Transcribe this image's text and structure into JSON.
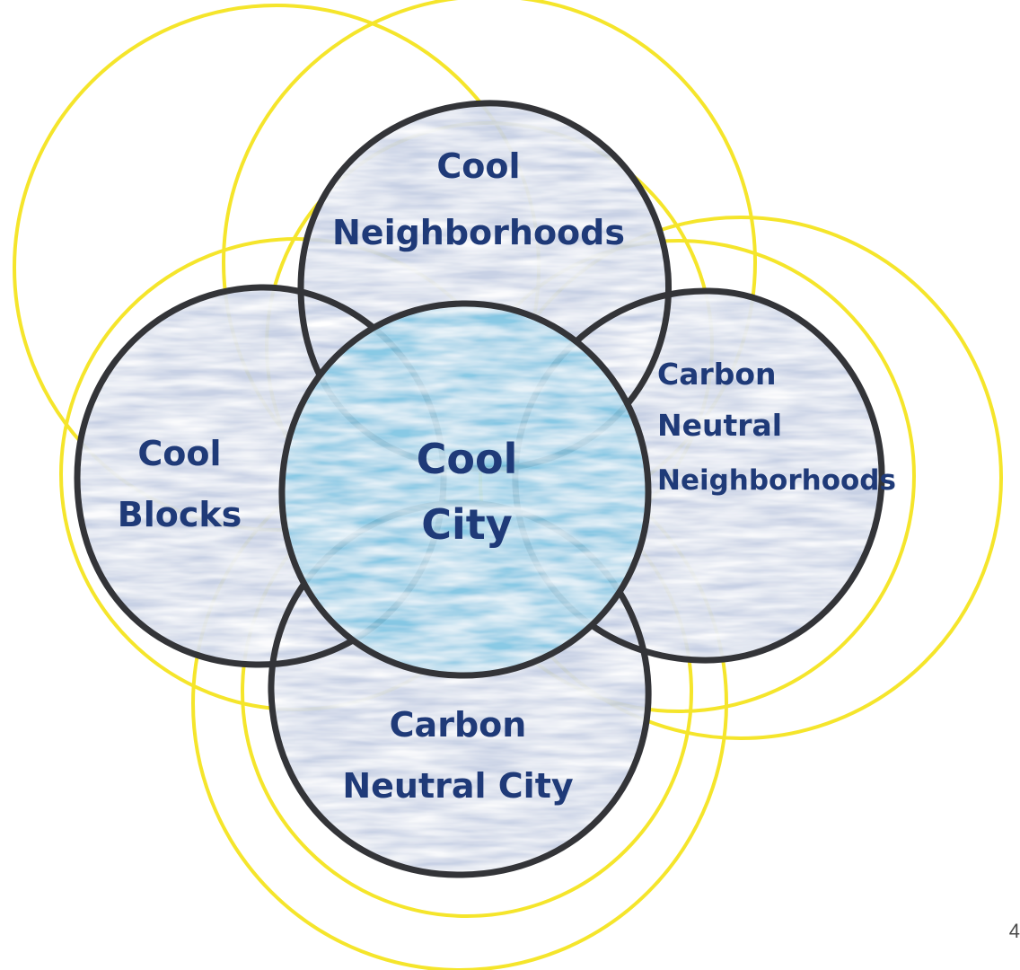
{
  "diagram": {
    "center": {
      "line1": "Cool",
      "line2": "City"
    },
    "top": {
      "line1": "Cool",
      "line2": "Neighborhoods"
    },
    "left": {
      "line1": "Cool",
      "line2": "Blocks"
    },
    "right": {
      "line1": "Carbon",
      "line2": "Neutral",
      "line3": "Neighborhoods"
    },
    "bottom": {
      "line1": "Carbon",
      "line2": "Neutral City"
    }
  },
  "page": {
    "number": "4"
  },
  "colors": {
    "ring": "#f5e52b",
    "outline": "#333438",
    "outer_fill": "#c3cde3",
    "center_fill": "#7ec5e3",
    "label": "#1f3a78"
  }
}
